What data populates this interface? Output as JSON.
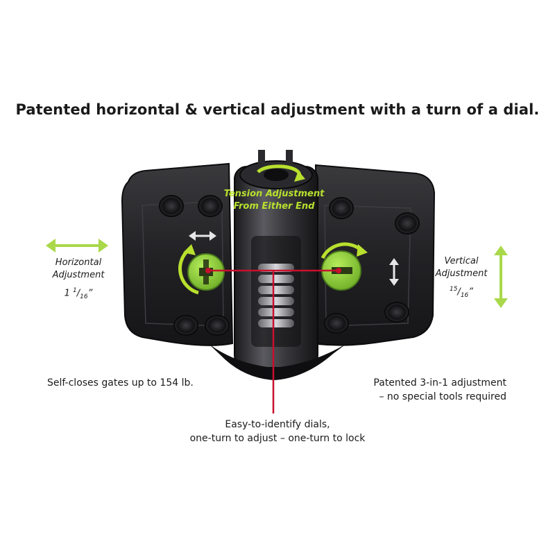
{
  "headline": "Patented horizontal & vertical adjustment with a turn of a dial.",
  "tension": {
    "line1": "Tension Adjustment",
    "line2": "From Either End"
  },
  "horizontal": {
    "line1": "Horizontal",
    "line2": "Adjustment",
    "value_whole": "1",
    "value_num": "1",
    "value_den": "16",
    "value_unit": "”"
  },
  "vertical": {
    "line1": "Vertical",
    "line2": "Adjustment",
    "value_num": "15",
    "value_den": "16",
    "value_unit": "”"
  },
  "callouts": {
    "left": "Self-closes gates up to 154 lb.",
    "right_line1": "Patented 3-in-1 adjustment",
    "right_line2": "– no special tools required",
    "bottom_line1": "Easy-to-identify dials,",
    "bottom_line2": "one-turn to adjust – one-turn to lock"
  },
  "colors": {
    "accent_green": "#a9d84a",
    "dial_green": "#8fcf3c",
    "pointer_red": "#c8102e",
    "hinge_dark": "#1c1c1e",
    "text": "#1a1a1a"
  },
  "icons": {
    "horizontal_arrow": "double-arrow-horizontal-icon",
    "vertical_arrow": "double-arrow-vertical-icon",
    "rotate_arrow": "rotate-arrow-icon"
  }
}
